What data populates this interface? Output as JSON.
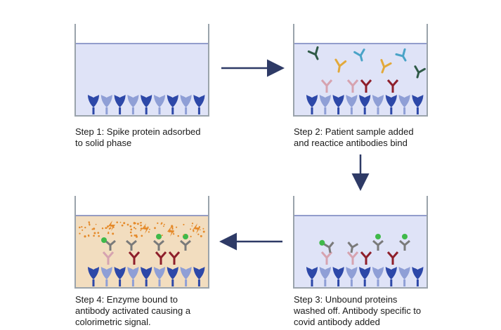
{
  "steps": [
    {
      "id": "step1",
      "caption": [
        "Step 1: Spike protein adsorbed",
        "to solid phase"
      ],
      "fill": "#dfe3f7",
      "spikes": 9,
      "antibodies": []
    },
    {
      "id": "step2",
      "caption": [
        "Step 2: Patient sample added",
        "and reactice antibodies bind"
      ],
      "fill": "#dfe3f7",
      "spikes": 9,
      "antibodies": []
    },
    {
      "id": "step3",
      "caption": [
        "Step 3: Unbound proteins",
        "washed off. Antibody specific to",
        "covid antibody added"
      ],
      "fill": "#dfe3f7",
      "spikes": 9,
      "antibodies": []
    },
    {
      "id": "step4",
      "caption": [
        "Step 4: Enzyme bound to",
        "antibody activated causing a",
        "colorimetric signal."
      ],
      "fill": "#f2ddbf",
      "spikes": 9,
      "antibodies": []
    }
  ],
  "colors": {
    "well_border": "#9aa3ab",
    "liquid_line": "#5b6bb0",
    "spike_dark": "#2d48a8",
    "spike_light": "#8f9fd6",
    "antibody_dark_red": "#8e1f2b",
    "antibody_pink": "#d6a3b0",
    "antibody_gray": "#7a7a7a",
    "antibody_green_dark": "#2f5a47",
    "antibody_gold": "#e2a93b",
    "antibody_teal": "#4aa3c7",
    "enzyme_green": "#3fb94a",
    "signal_orange": "#e58a2a",
    "arrow": "#2e3a66"
  }
}
